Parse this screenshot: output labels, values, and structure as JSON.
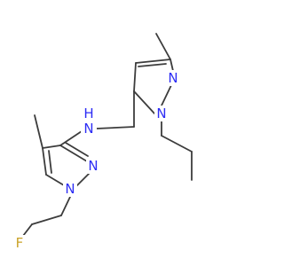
{
  "colors": {
    "background": "#ffffff",
    "bond": "#3c3c3c",
    "nitrogen": "#2d2df5",
    "fluorine": "#c9a227"
  },
  "labels": {
    "n_ring_b_2": "N",
    "n_ring_b_1": "N",
    "n_amine": "N",
    "h_amine": "H",
    "n_ring_a_2": "N",
    "n_ring_a_1": "N",
    "fluorine": "F"
  }
}
